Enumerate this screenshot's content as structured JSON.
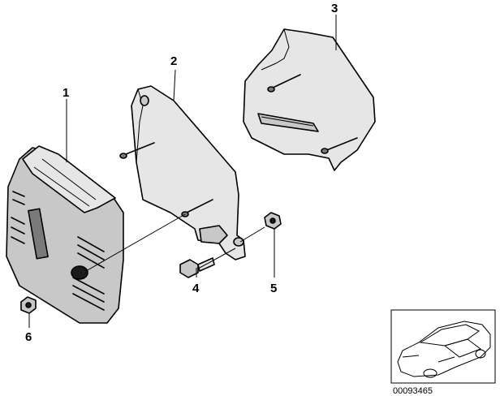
{
  "callouts": [
    {
      "id": "1",
      "label": "1"
    },
    {
      "id": "2",
      "label": "2"
    },
    {
      "id": "3",
      "label": "3"
    },
    {
      "id": "4",
      "label": "4"
    },
    {
      "id": "5",
      "label": "5"
    },
    {
      "id": "6",
      "label": "6"
    }
  ],
  "catalog_number": "00093465",
  "colors": {
    "line": "#000000",
    "part_fill": "#c8c8c8",
    "background": "#ffffff"
  }
}
